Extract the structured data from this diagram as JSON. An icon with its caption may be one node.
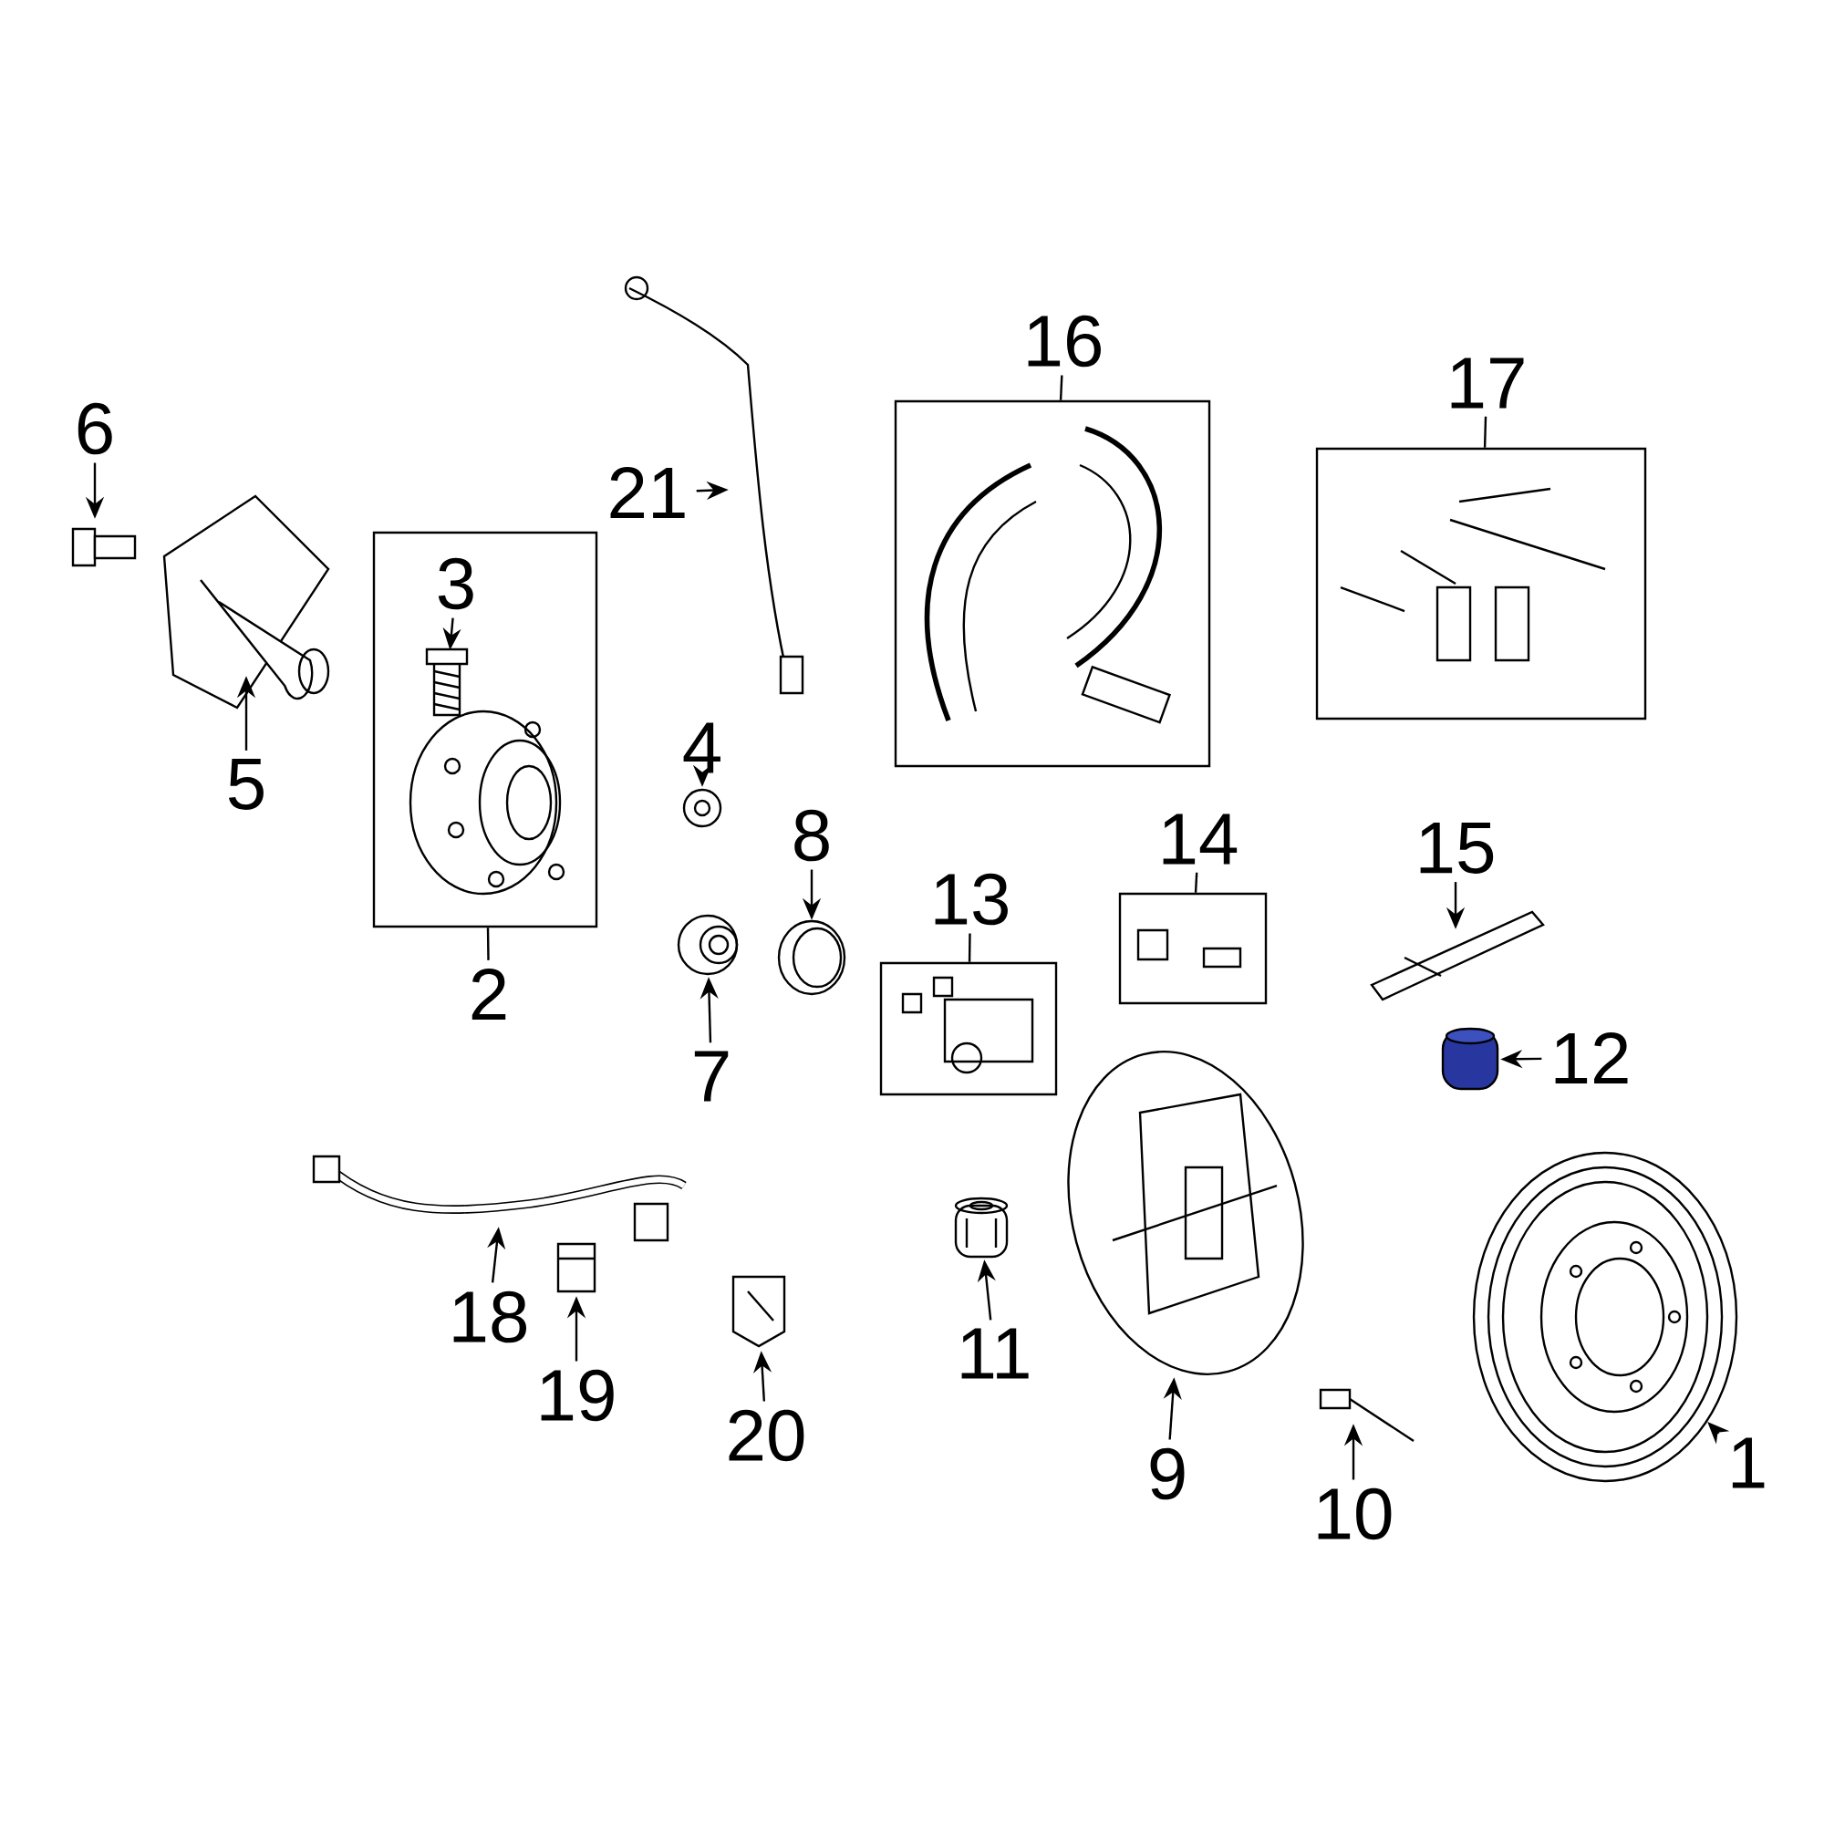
{
  "diagram": {
    "nodes": [
      {
        "text": [
          "1"
        ]
      },
      {
        "text": [],
        "shape": "picture"
      },
      {
        "text": [
          "2"
        ]
      },
      {
        "text": [],
        "shape": "box"
      },
      {
        "text": [
          "3"
        ],
        "in": 3
      },
      {
        "text": [],
        "shape": "picture",
        "in": 3
      },
      {
        "text": [
          "4"
        ]
      },
      {
        "text": [],
        "shape": "picture"
      },
      {
        "text": [
          "5"
        ]
      },
      {
        "text": [],
        "shape": "picture"
      },
      {
        "text": [
          "6"
        ]
      },
      {
        "text": [],
        "shape": "picture"
      },
      {
        "text": [
          "7"
        ]
      },
      {
        "text": [],
        "shape": "picture"
      },
      {
        "text": [
          "8"
        ]
      },
      {
        "text": [],
        "shape": "picture"
      },
      {
        "text": [
          "9"
        ]
      },
      {
        "text": [],
        "shape": "picture"
      },
      {
        "text": [
          "10"
        ]
      },
      {
        "text": [],
        "shape": "picture"
      },
      {
        "text": [
          "11"
        ]
      },
      {
        "text": [],
        "shape": "picture"
      },
      {
        "text": [
          "12"
        ]
      },
      {
        "text": [],
        "shape": "picture"
      },
      {
        "text": [
          "13"
        ]
      },
      {
        "text": [],
        "shape": "box"
      },
      {
        "text": [
          "14"
        ]
      },
      {
        "text": [],
        "shape": "box"
      },
      {
        "text": [
          "15"
        ]
      },
      {
        "text": [],
        "shape": "picture"
      },
      {
        "text": [
          "16"
        ]
      },
      {
        "text": [],
        "shape": "box"
      },
      {
        "text": [
          "17"
        ]
      },
      {
        "text": [],
        "shape": "box"
      },
      {
        "text": [
          "18"
        ]
      },
      {
        "text": [],
        "shape": "picture"
      },
      {
        "text": [
          "19"
        ]
      },
      {
        "text": [],
        "shape": "picture"
      },
      {
        "text": [
          "20"
        ]
      },
      {
        "text": [],
        "shape": "picture"
      },
      {
        "text": [
          "21"
        ]
      },
      {
        "text": [],
        "shape": "picture"
      }
    ],
    "edges": [
      {
        "from": 0,
        "to": 1,
        "arrow": "to"
      },
      {
        "from": 2,
        "to": 3,
        "arrow": "none"
      },
      {
        "from": 4,
        "to": 5,
        "arrow": "to"
      },
      {
        "from": 6,
        "to": 7,
        "arrow": "to"
      },
      {
        "from": 8,
        "to": 9,
        "arrow": "to"
      },
      {
        "from": 10,
        "to": 11,
        "arrow": "to"
      },
      {
        "from": 12,
        "to": 13,
        "arrow": "to"
      },
      {
        "from": 14,
        "to": 15,
        "arrow": "to"
      },
      {
        "from": 16,
        "to": 17,
        "arrow": "to"
      },
      {
        "from": 18,
        "to": 19,
        "arrow": "to"
      },
      {
        "from": 20,
        "to": 21,
        "arrow": "to"
      },
      {
        "from": 22,
        "to": 23,
        "arrow": "to"
      },
      {
        "from": 24,
        "to": 25,
        "arrow": "none"
      },
      {
        "from": 26,
        "to": 27,
        "arrow": "none"
      },
      {
        "from": 28,
        "to": 29,
        "arrow": "to"
      },
      {
        "from": 30,
        "to": 31,
        "arrow": "none"
      },
      {
        "from": 32,
        "to": 33,
        "arrow": "none"
      },
      {
        "from": 34,
        "to": 35,
        "arrow": "to"
      },
      {
        "from": 36,
        "to": 37,
        "arrow": "to"
      },
      {
        "from": 38,
        "to": 39,
        "arrow": "to"
      },
      {
        "from": 40,
        "to": 41,
        "arrow": "to"
      }
    ]
  }
}
